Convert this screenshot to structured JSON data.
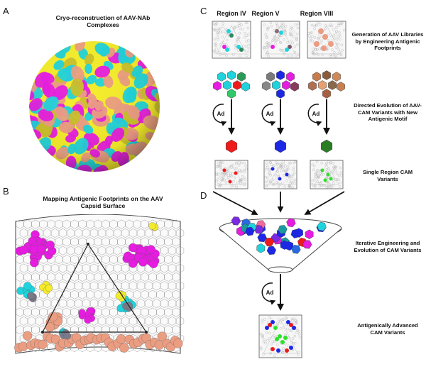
{
  "panels": {
    "a": {
      "letter": "A",
      "title": "Cryo-reconstruction of AAV-NAb Complexes"
    },
    "b": {
      "letter": "B",
      "title": "Mapping Antigenic Footprints on the AAV Capsid Surface"
    },
    "c": {
      "letter": "C"
    },
    "d": {
      "letter": "D"
    }
  },
  "regions": [
    "Region IV",
    "Region V",
    "Region VIII"
  ],
  "steps": {
    "libraries": "Generation of AAV Libraries by Engineering Antigenic Footprints",
    "evolution": "Directed Evolution of AAV-CAM Variants with New Antigenic Motif",
    "single": "Single Region CAM Variants",
    "iterative": "Iterative Engineering and Evolution of CAM Variants",
    "advanced": "Antigenically Advanced CAM Variants"
  },
  "ad_label": "Ad",
  "colors": {
    "yellow": "#f4ec2b",
    "magenta": "#e61ce0",
    "cyan": "#1fd3dc",
    "salmon": "#eb9d82",
    "red": "#ef1b1b",
    "blue": "#1d28e6",
    "green": "#2b7d23",
    "lime": "#30e02c"
  }
}
